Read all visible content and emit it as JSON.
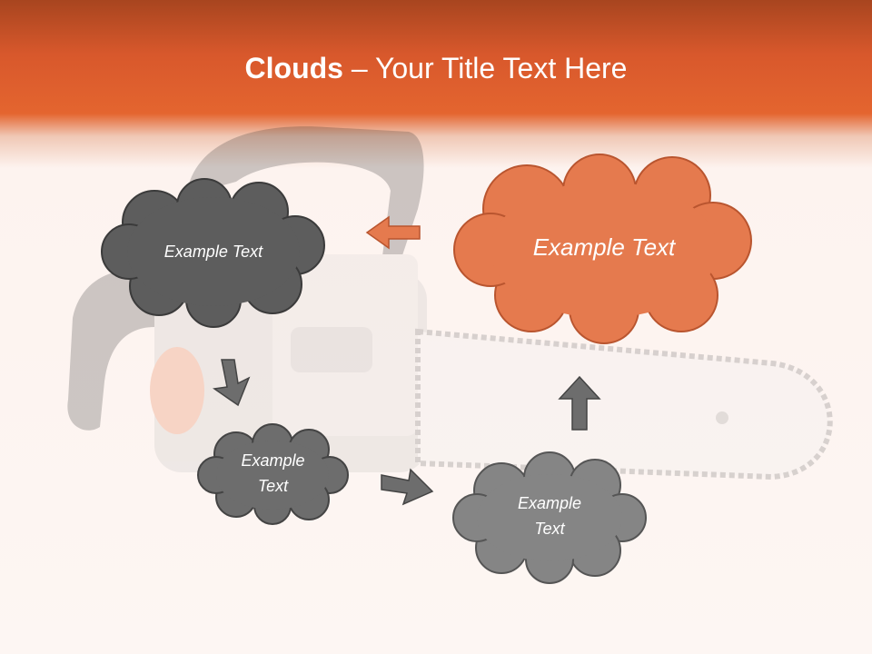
{
  "slide": {
    "title_bold": "Clouds",
    "title_dash": " – ",
    "title_rest": "Your Title Text Here"
  },
  "clouds": [
    {
      "id": "cloud-1",
      "text": "Example Text",
      "fill": "#5d5d5d"
    },
    {
      "id": "cloud-2",
      "text": "Example Text",
      "fill": "#e57a4e"
    },
    {
      "id": "cloud-3",
      "text_line1": "Example",
      "text_line2": "Text",
      "fill": "#6d6d6d"
    },
    {
      "id": "cloud-4",
      "text_line1": "Example",
      "text_line2": "Text",
      "fill": "#858585"
    }
  ],
  "colors": {
    "header": "#e4652f",
    "accent_orange": "#e57a4e",
    "arrow_gray": "#6d6d6d"
  },
  "icons": [
    "arrow-right-icon",
    "arrow-down-right-icon",
    "arrow-up-icon",
    "arrow-left-icon"
  ]
}
